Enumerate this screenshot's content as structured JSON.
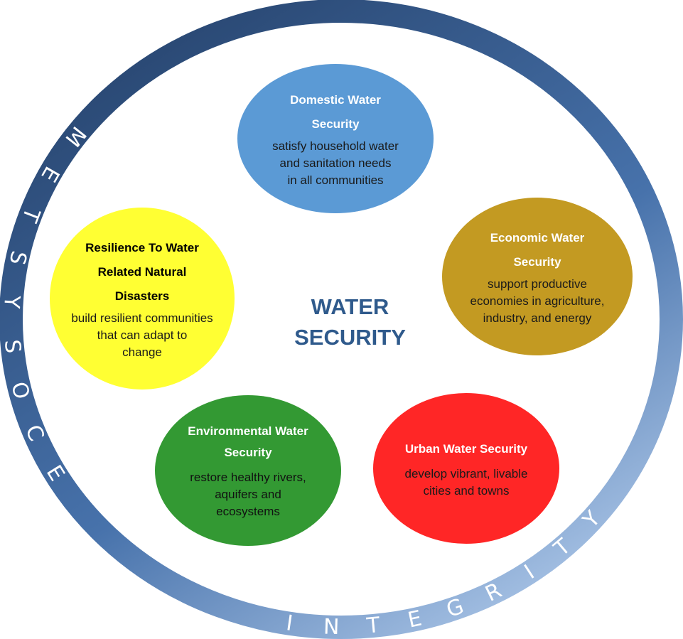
{
  "center": {
    "line1": "WATER",
    "line2": "SECURITY"
  },
  "ring": {
    "left_word": "ECOSYSTEM",
    "right_word": "INTEGRITY",
    "colors": {
      "dark": "#2b4a76",
      "mid": "#4772ab",
      "light": "#a9c4e6"
    }
  },
  "circles": {
    "domestic": {
      "title_lines": [
        "Domestic Water",
        "Security"
      ],
      "desc_lines": [
        "satisfy household water",
        "and sanitation needs",
        "in all communities"
      ],
      "color": "#5b9ad5"
    },
    "economic": {
      "title_lines": [
        "Economic Water",
        "Security"
      ],
      "desc_lines": [
        "support productive",
        "economies in agriculture,",
        "industry, and energy"
      ],
      "color": "#c39a22"
    },
    "resilience": {
      "title_lines": [
        "Resilience To Water",
        "Related Natural",
        "Disasters"
      ],
      "desc_lines": [
        "build resilient communities",
        "that can adapt to",
        "change"
      ],
      "color": "#ffff33"
    },
    "environmental": {
      "title_lines": [
        "Environmental Water",
        "Security"
      ],
      "desc_lines": [
        "restore healthy rivers,",
        "aquifers and",
        "ecosystems"
      ],
      "color": "#339933"
    },
    "urban": {
      "title_lines": [
        "Urban Water Security"
      ],
      "desc_lines": [
        "develop vibrant, livable",
        "cities and towns"
      ],
      "color": "#ff2626"
    }
  }
}
